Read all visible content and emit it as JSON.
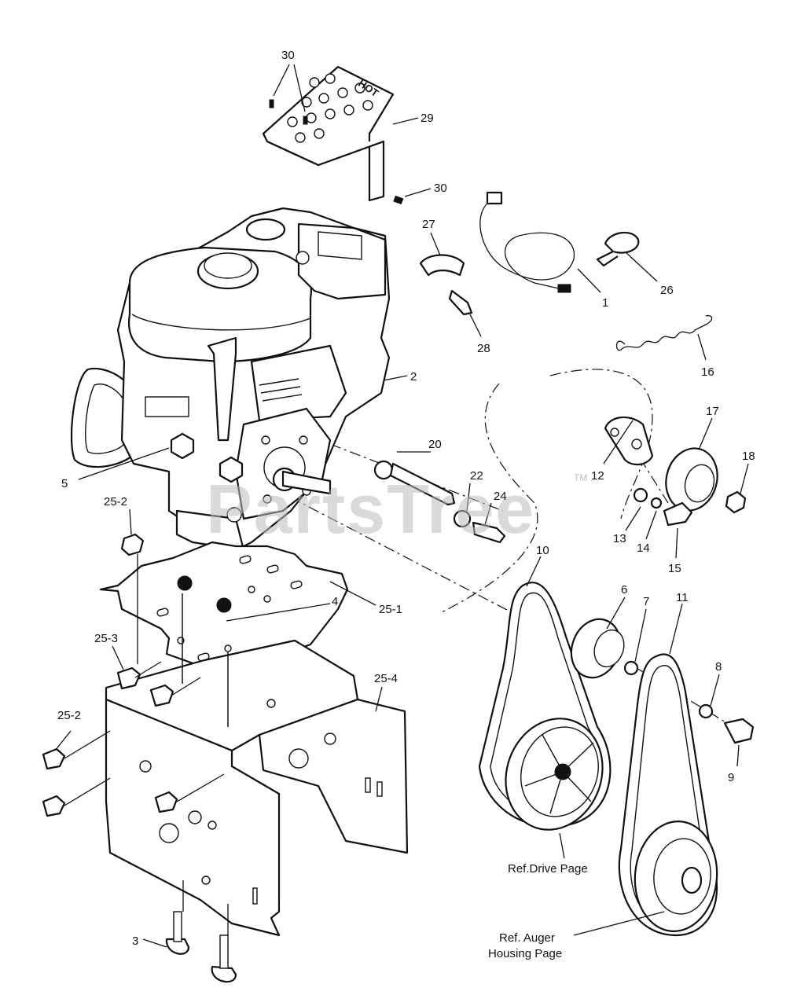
{
  "callouts": {
    "c1": "1",
    "c2": "2",
    "c3": "3",
    "c4": "4",
    "c5": "5",
    "c6": "6",
    "c7": "7",
    "c8": "8",
    "c9": "9",
    "c10": "10",
    "c11": "11",
    "c12": "12",
    "c13": "13",
    "c14": "14",
    "c15": "15",
    "c16": "16",
    "c17": "17",
    "c18": "18",
    "c20": "20",
    "c22": "22",
    "c24": "24",
    "c25_1": "25-1",
    "c25_2a": "25-2",
    "c25_2b": "25-2",
    "c25_3": "25-3",
    "c25_4": "25-4",
    "c26": "26",
    "c27": "27",
    "c28": "28",
    "c29": "29",
    "c30a": "30",
    "c30b": "30"
  },
  "references": {
    "drive": "Ref.Drive Page",
    "auger_line1": "Ref. Auger",
    "auger_line2": "Housing Page"
  },
  "guard_text": "HOT",
  "watermark": {
    "brand": "PartsTree",
    "tm": "TM"
  }
}
